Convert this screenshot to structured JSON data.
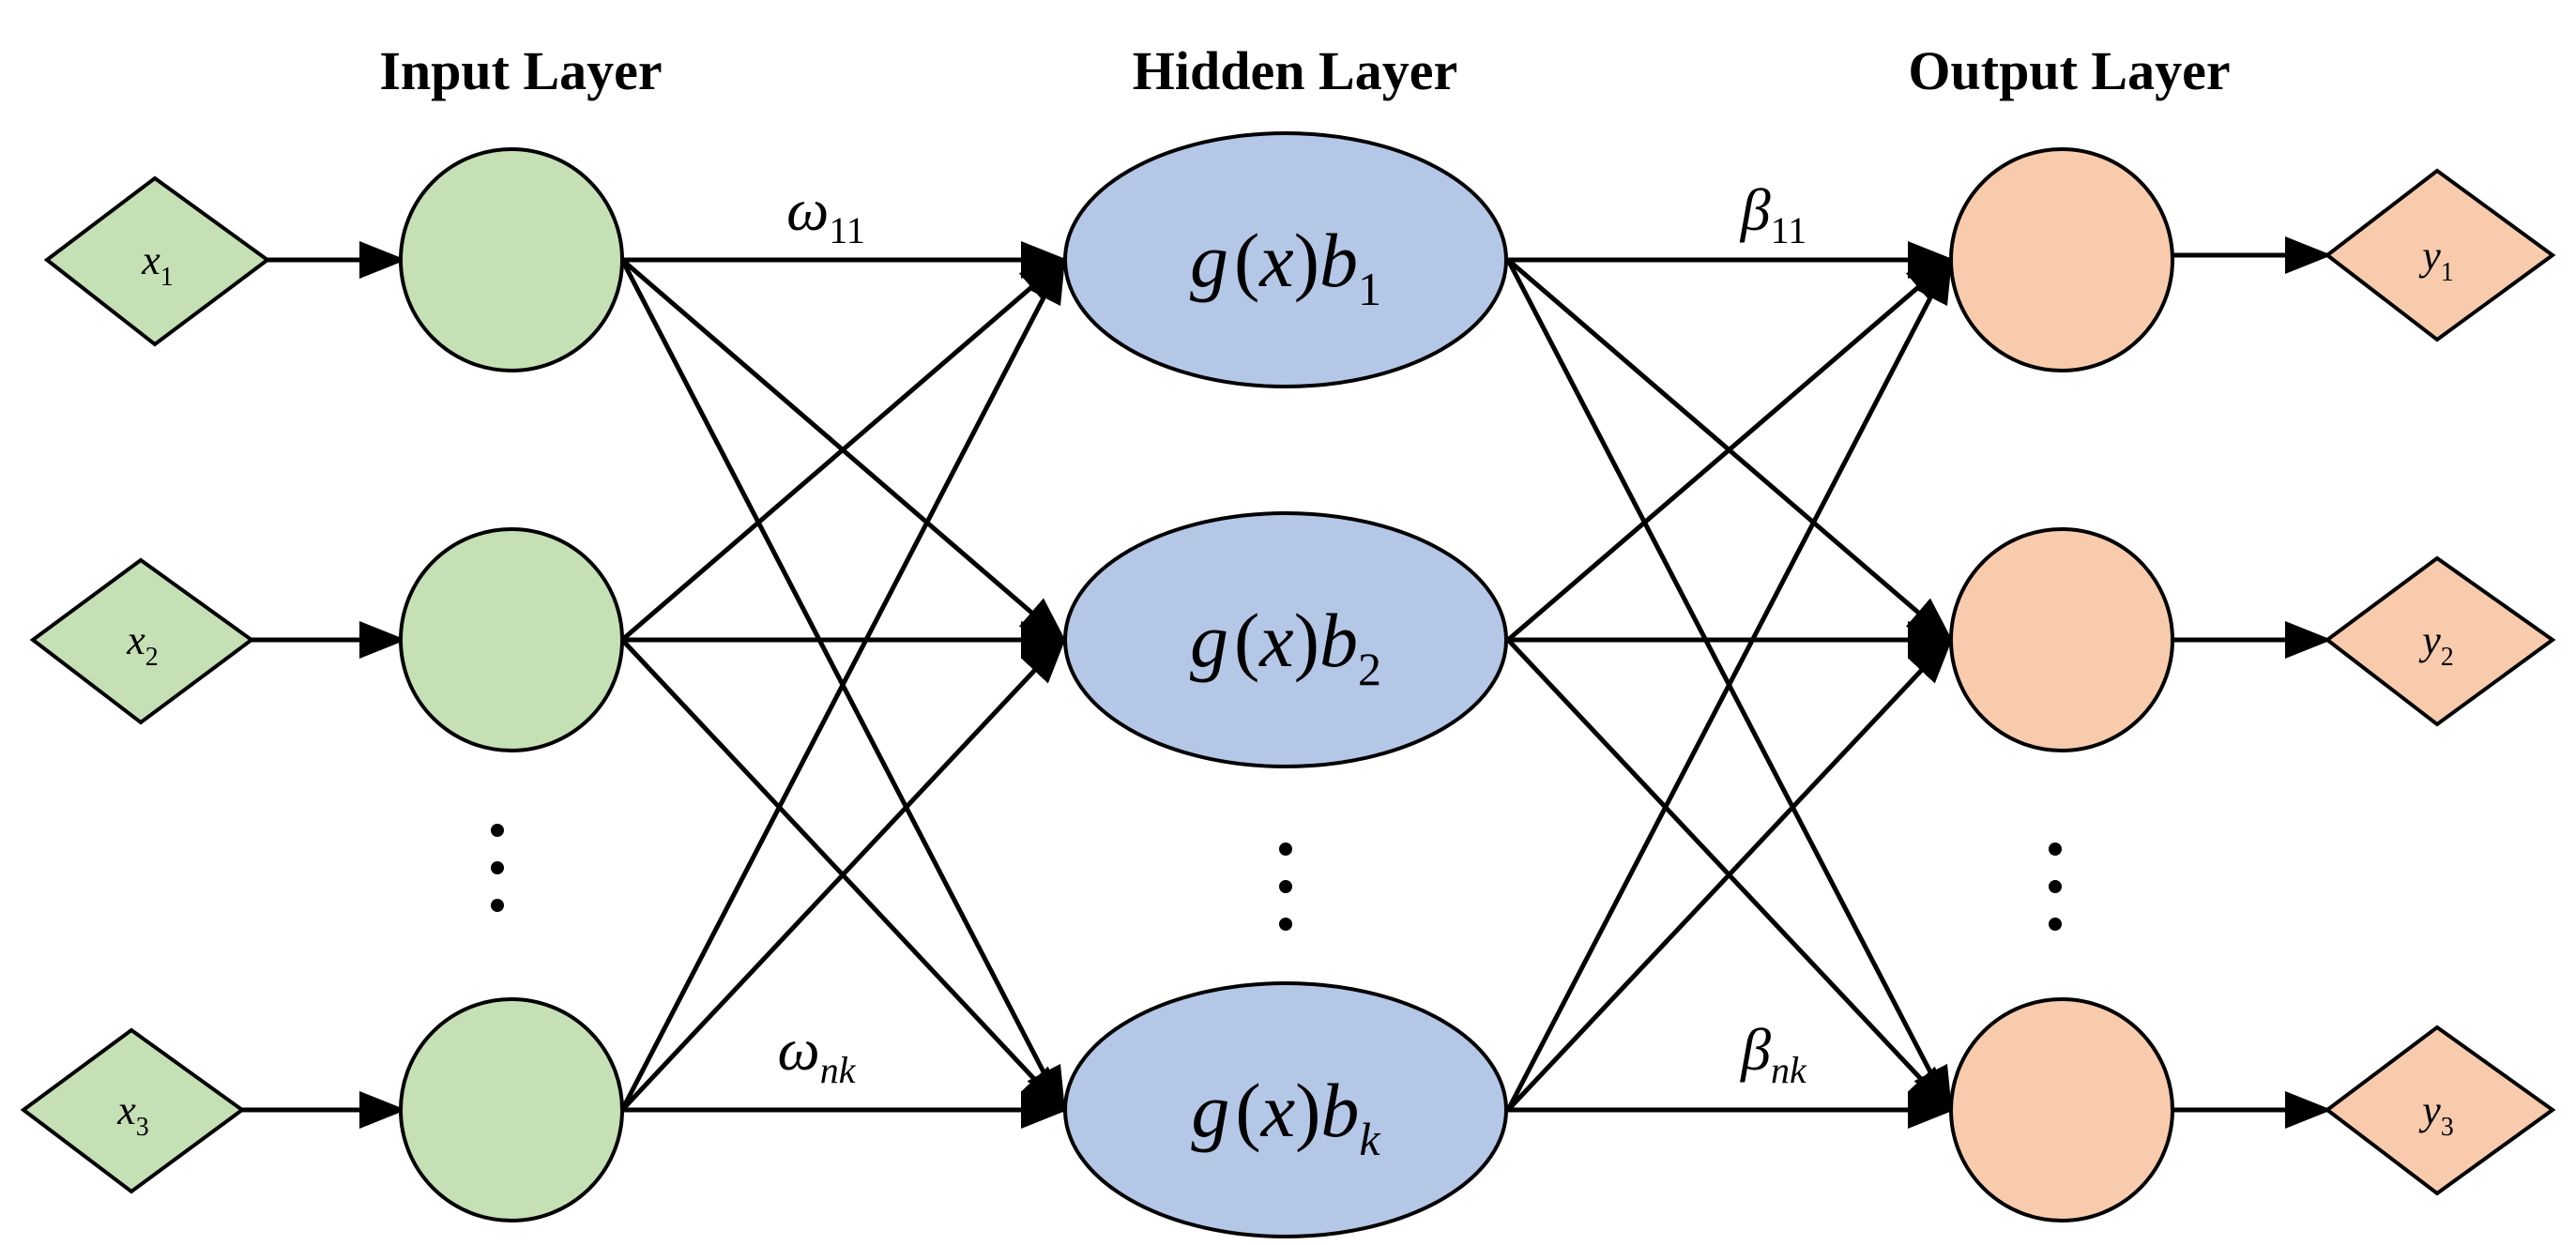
{
  "layers": {
    "input": "Input Layer",
    "hidden": "Hidden Layer",
    "output": "Output Layer"
  },
  "inputs": [
    {
      "base": "x",
      "sub": "1"
    },
    {
      "base": "x",
      "sub": "2"
    },
    {
      "base": "x",
      "sub": "3"
    }
  ],
  "outputs": [
    {
      "base": "y",
      "sub": "1"
    },
    {
      "base": "y",
      "sub": "2"
    },
    {
      "base": "y",
      "sub": "3"
    }
  ],
  "hidden": [
    {
      "prefix": "g",
      "open": "(",
      "arg": "x",
      "close": ")",
      "base": "b",
      "sub": "1"
    },
    {
      "prefix": "g",
      "open": "(",
      "arg": "x",
      "close": ")",
      "base": "b",
      "sub": "2"
    },
    {
      "prefix": "g",
      "open": "(",
      "arg": "x",
      "close": ")",
      "base": "b",
      "sub": "k"
    }
  ],
  "weights": {
    "w_top": {
      "base": "ω",
      "sub": "11"
    },
    "w_bottom": {
      "base": "ω",
      "sub": "nk"
    },
    "b_top": {
      "base": "β",
      "sub": "11"
    },
    "b_bottom": {
      "base": "β",
      "sub": "nk"
    }
  },
  "colors": {
    "input": "#c5e0b4",
    "hidden": "#b4c7e7",
    "output": "#f8cbad",
    "stroke": "#000000"
  }
}
